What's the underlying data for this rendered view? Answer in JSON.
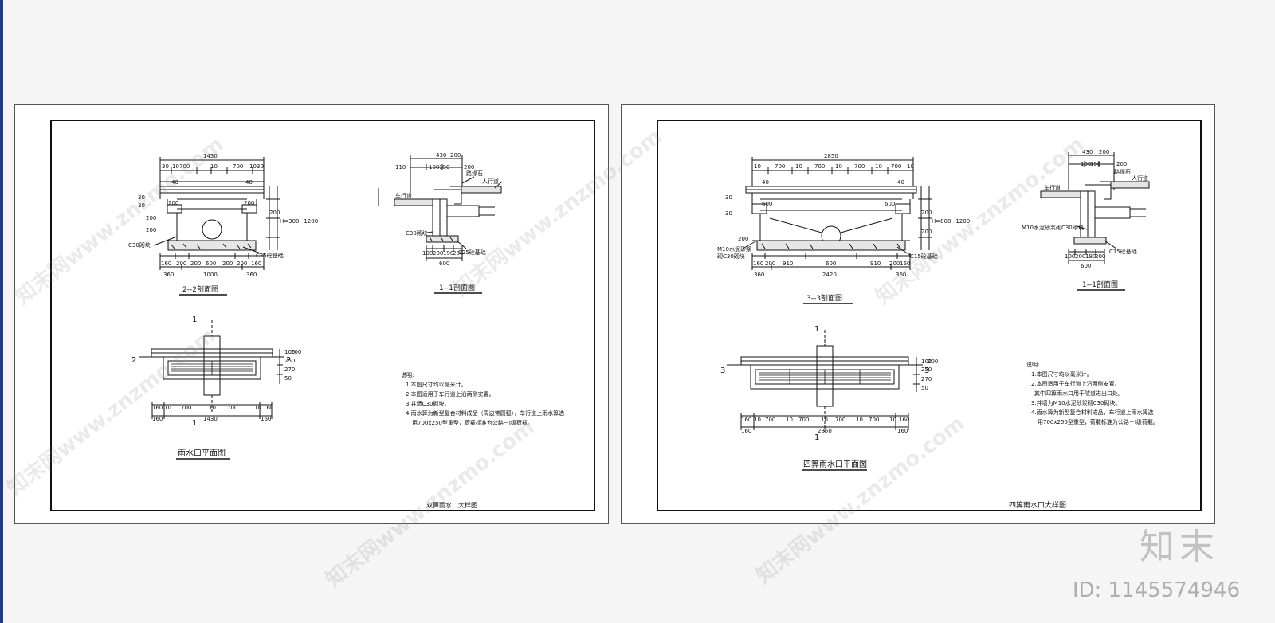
{
  "sheets": [
    {
      "title": "双箅雨水口大样图",
      "notes": {
        "heading": "说明:",
        "items": [
          "1.本图尺寸均以毫米计。",
          "2.本图适用于车行道上沿两侧安置。",
          "3.井墙C30砌块。",
          "4.雨水箅为新型复合材料成品（周边带圆弧），车行道上雨水箅选",
          "用700x250型重型，荷载标准为公路－Ⅰ级荷载。"
        ]
      },
      "views": {
        "section22": {
          "title": "2--2剖面图",
          "dims_top": [
            "1430",
            "30",
            "10",
            "700",
            "10",
            "700",
            "10",
            "30"
          ],
          "dims_bottom": [
            "160",
            "200",
            "200",
            "600",
            "200",
            "200",
            "160"
          ],
          "overall_bottom": [
            "360",
            "1000",
            "360"
          ],
          "side": [
            "30",
            "30",
            "200",
            "200",
            "200",
            "H=300~1200"
          ],
          "labels": [
            "C30砌块",
            "C25砼基础",
            "200",
            "200",
            "40",
            "40"
          ]
        },
        "section11": {
          "title": "1--1剖面图",
          "dims_top": [
            "430",
            "200",
            "110",
            "100",
            "190",
            "200"
          ],
          "labels": [
            "车行道",
            "路缘石",
            "人行道",
            "C30砌块",
            "C25砼基础"
          ],
          "dims_bottom": [
            "100",
            "200",
            "190",
            "200",
            "600"
          ]
        },
        "plan": {
          "title": "雨水口平面图",
          "marks": [
            "1",
            "1",
            "2",
            "2"
          ],
          "dims_bottom": [
            "160",
            "10",
            "700",
            "10",
            "700",
            "10",
            "160"
          ],
          "overall": [
            "160",
            "1430",
            "160"
          ],
          "side": [
            "100",
            "250",
            "270",
            "50",
            "200"
          ]
        }
      }
    },
    {
      "title": "四箅雨水口大样图",
      "notes": {
        "heading": "说明:",
        "items": [
          "1.本图尺寸均以毫米计。",
          "2.本图适用于车行道上沿两侧安置。",
          "其中四箅雨水口用于隧道进出口处。",
          "3.井墙为M10水泥砂浆砌C30砌块。",
          "4.雨水箅为新型复合材料成品，车行道上雨水箅选",
          "用700x250型重型，荷载标准为公路－Ⅰ级荷载。"
        ]
      },
      "views": {
        "section33": {
          "title": "3--3剖面图",
          "dims_top": [
            "2850",
            "10",
            "700",
            "10",
            "700",
            "10",
            "700",
            "10",
            "700",
            "10"
          ],
          "dims_bottom": [
            "160",
            "200",
            "910",
            "600",
            "910",
            "200",
            "160"
          ],
          "overall_bottom": [
            "360",
            "2420",
            "360"
          ],
          "labels": [
            "M10水泥砂浆",
            "砌C30砌块",
            "C15砼基础",
            "600",
            "600",
            "40",
            "40"
          ],
          "side": [
            "30",
            "30",
            "200",
            "200",
            "200",
            "H=800~1200"
          ]
        },
        "section11": {
          "title": "1--1剖面图",
          "dims_top": [
            "430",
            "200",
            "100",
            "190",
            "200"
          ],
          "labels": [
            "车行道",
            "路缘石",
            "人行道",
            "M10水泥砂浆砌C30砌块",
            "C15砼基础"
          ],
          "dims_bottom": [
            "100",
            "200",
            "190",
            "200",
            "600"
          ]
        },
        "plan": {
          "title": "四箅雨水口平面图",
          "marks": [
            "1",
            "1",
            "3",
            "3"
          ],
          "dims_bottom": [
            "160",
            "10",
            "700",
            "10",
            "700",
            "10",
            "700",
            "10",
            "700",
            "10",
            "160"
          ],
          "overall": [
            "160",
            "2850",
            "160"
          ],
          "side": [
            "100",
            "250",
            "270",
            "50",
            "200"
          ]
        }
      }
    }
  ],
  "watermark": {
    "text": "知末网www.znzmo.com",
    "brand": "知末",
    "id": "ID: 1145574946"
  }
}
